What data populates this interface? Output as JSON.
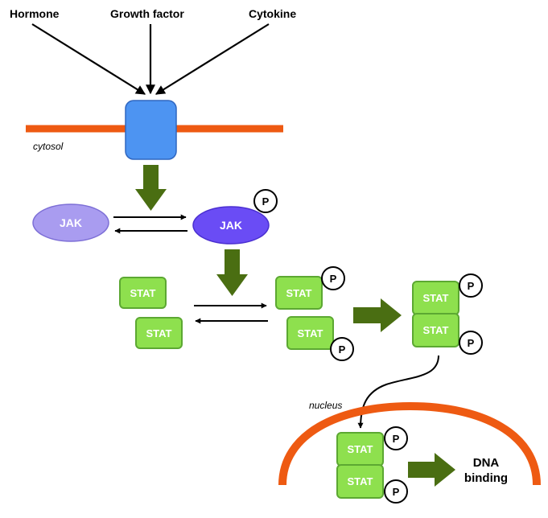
{
  "signals": {
    "hormone": "Hormone",
    "growth_factor": "Growth factor",
    "cytokine": "Cytokine"
  },
  "compartments": {
    "cytosol": "cytosol",
    "nucleus": "nucleus"
  },
  "proteins": {
    "jak": "JAK",
    "stat": "STAT",
    "phospho": "P"
  },
  "outcome": {
    "line1": "DNA",
    "line2": "binding"
  },
  "colors": {
    "membrane": "#ee5a12",
    "receptor": "#4d94f2",
    "jak_inactive": "#a99cf0",
    "jak_active": "#6a4cf5",
    "stat": "#8ee04e",
    "stat_border": "#5ca832",
    "arrow_green": "#4a6e12"
  }
}
